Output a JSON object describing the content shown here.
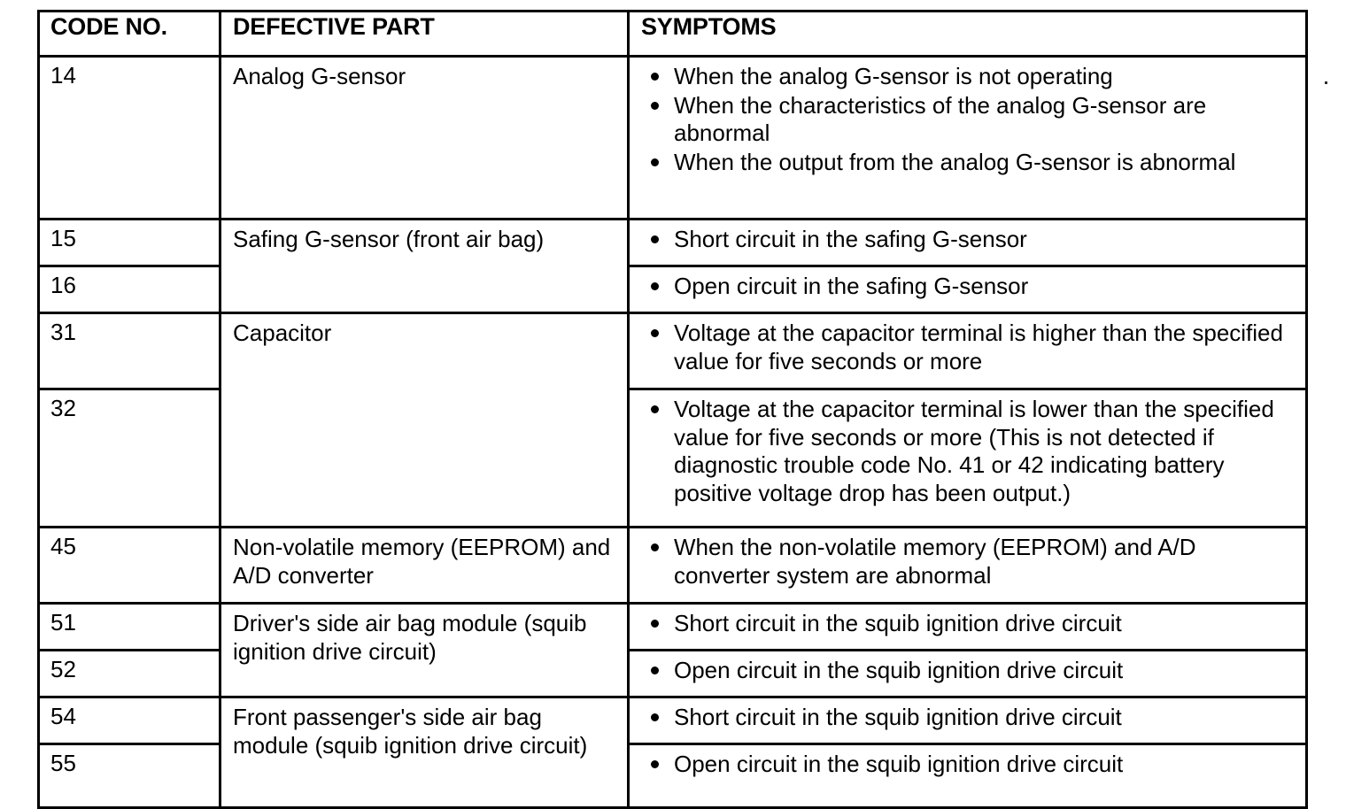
{
  "document": {
    "type": "diagnostic-trouble-code-table",
    "columns": {
      "code": "CODE NO.",
      "part": "DEFECTIVE PART",
      "symptoms": "SYMPTOMS"
    }
  },
  "rows": [
    {
      "code": "14",
      "part": "Analog G-sensor",
      "symptoms": [
        "When the analog G-sensor is not operating",
        "When the characteristics of the analog G-sensor are abnormal",
        "When the output from the analog G-sensor is abnormal"
      ]
    },
    {
      "code": "15",
      "part": "Safing G-sensor (front air bag)",
      "symptoms": [
        "Short circuit in the safing G-sensor"
      ]
    },
    {
      "code": "16",
      "part": "",
      "symptoms": [
        "Open circuit in the safing G-sensor"
      ]
    },
    {
      "code": "31",
      "part": "Capacitor",
      "symptoms": [
        "Voltage at the capacitor terminal is higher than the specified value for five seconds or more"
      ]
    },
    {
      "code": "32",
      "part": "",
      "symptoms": [
        "Voltage at the capacitor terminal is lower than the specified value for five seconds or more (This is not detected if diagnostic trouble code No. 41 or 42 indicating battery positive voltage drop has been output.)"
      ]
    },
    {
      "code": "45",
      "part": "Non-volatile memory (EEPROM) and A/D converter",
      "symptoms": [
        "When the non-volatile memory (EEPROM) and A/D converter system are abnormal"
      ]
    },
    {
      "code": "51",
      "part": "Driver's side air bag module (squib ignition drive circuit)",
      "symptoms": [
        "Short circuit in the squib ignition drive circuit"
      ]
    },
    {
      "code": "52",
      "part": "",
      "symptoms": [
        "Open circuit in the squib ignition drive circuit"
      ]
    },
    {
      "code": "54",
      "part": "Front passenger's side air bag module (squib ignition drive circuit)",
      "symptoms": [
        "Short circuit in the squib ignition drive circuit"
      ]
    },
    {
      "code": "55",
      "part": "",
      "symptoms": [
        "Open circuit in the squib ignition drive circuit"
      ]
    }
  ]
}
